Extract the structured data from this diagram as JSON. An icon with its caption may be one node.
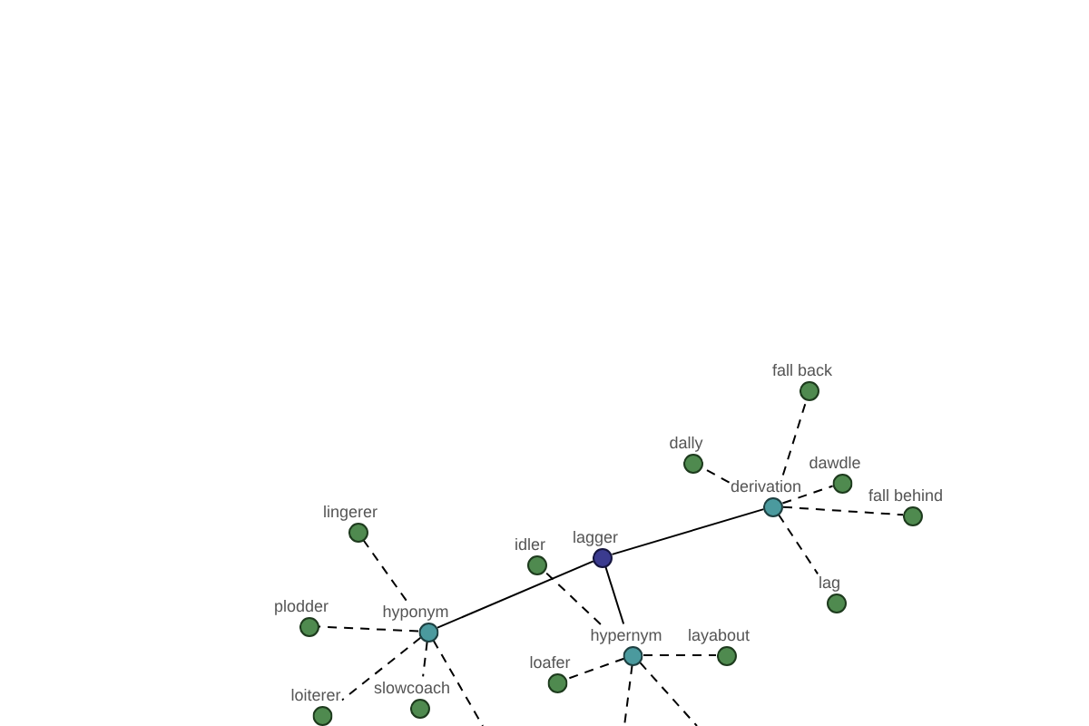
{
  "diagram": {
    "nodes": [
      {
        "text": [
          "fall back"
        ]
      },
      {
        "text": [
          "dally"
        ]
      },
      {
        "text": [
          "dawdle"
        ]
      },
      {
        "text": [
          "derivation"
        ]
      },
      {
        "text": [
          "fall behind"
        ]
      },
      {
        "text": [
          "lingerer"
        ]
      },
      {
        "text": [
          "idler"
        ]
      },
      {
        "text": [
          "lagger"
        ]
      },
      {
        "text": [
          "lag"
        ]
      },
      {
        "text": [
          "plodder"
        ]
      },
      {
        "text": [
          "hyponym"
        ]
      },
      {
        "text": [
          "hypernym"
        ]
      },
      {
        "text": [
          "layabout"
        ]
      },
      {
        "text": [
          "loafer"
        ]
      },
      {
        "text": [
          "slowcoach"
        ]
      },
      {
        "text": [
          "loiterer"
        ]
      }
    ],
    "edges": [
      {
        "from": 7,
        "to": 3,
        "arrow": "none"
      },
      {
        "from": 7,
        "to": 10,
        "arrow": "none"
      },
      {
        "from": 7,
        "to": 11,
        "arrow": "none"
      },
      {
        "from": 3,
        "to": 0,
        "arrow": "none",
        "style": "dashed"
      },
      {
        "from": 3,
        "to": 1,
        "arrow": "none",
        "style": "dashed"
      },
      {
        "from": 3,
        "to": 2,
        "arrow": "none",
        "style": "dashed"
      },
      {
        "from": 3,
        "to": 4,
        "arrow": "none",
        "style": "dashed"
      },
      {
        "from": 3,
        "to": 8,
        "arrow": "none",
        "style": "dashed"
      },
      {
        "from": 10,
        "to": 5,
        "arrow": "none",
        "style": "dashed"
      },
      {
        "from": 10,
        "to": 9,
        "arrow": "none",
        "style": "dashed"
      },
      {
        "from": 10,
        "to": 14,
        "arrow": "none",
        "style": "dashed"
      },
      {
        "from": 10,
        "to": 15,
        "arrow": "none",
        "style": "dashed"
      },
      {
        "from": 10,
        "to": null,
        "arrow": "none",
        "style": "dashed"
      },
      {
        "from": 11,
        "to": 6,
        "arrow": "none",
        "style": "dashed"
      },
      {
        "from": 11,
        "to": 12,
        "arrow": "none",
        "style": "dashed"
      },
      {
        "from": 11,
        "to": 13,
        "arrow": "none",
        "style": "dashed"
      },
      {
        "from": 11,
        "to": null,
        "arrow": "none",
        "style": "dashed"
      },
      {
        "from": 11,
        "to": null,
        "arrow": "none",
        "style": "dashed"
      }
    ]
  }
}
